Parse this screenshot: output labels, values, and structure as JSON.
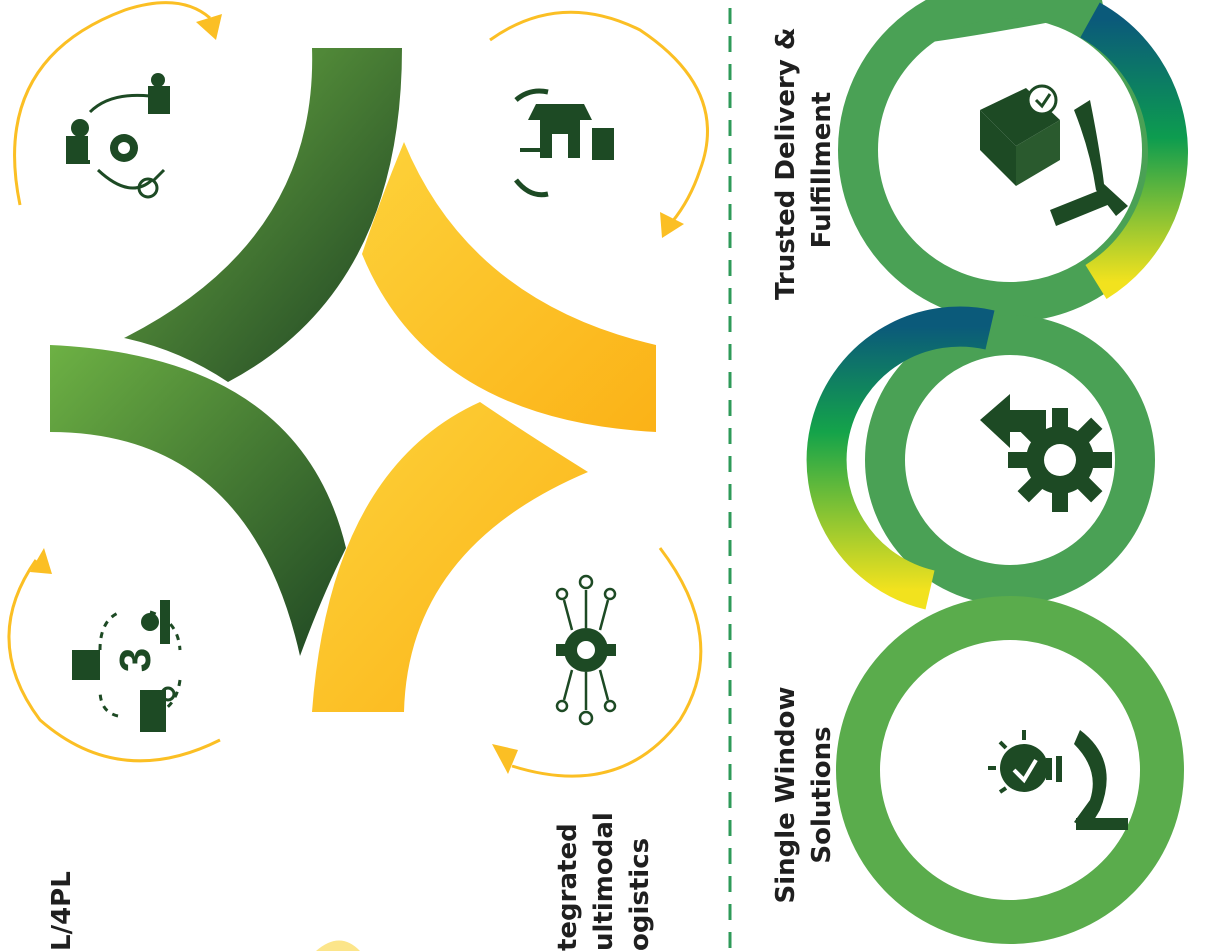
{
  "labels": {
    "threepl": "L/4PL",
    "multimodal": [
      "tegrated",
      "ultimodal",
      "ogistics"
    ],
    "single_window": [
      "Single Window",
      "Solutions"
    ],
    "trusted": [
      "Trusted Delivery &",
      "Fulfillment"
    ]
  },
  "icons": {
    "threepl_network": "3pl-logistics-network-icon",
    "outsourcing": "outsourcing-cycle-icon",
    "connected_store": "connected-store-icon",
    "tech_gear": "technology-gear-circuit-icon",
    "single_window": "idea-hand-icon",
    "process_gear": "gear-export-arrow-icon",
    "delivery": "package-hand-delivery-icon"
  },
  "colors": {
    "dark_green": "#1d4a24",
    "green": "#6db144",
    "yellow": "#fbb71c",
    "teal": "#0a5a7a",
    "divider": "#2e9a58"
  }
}
